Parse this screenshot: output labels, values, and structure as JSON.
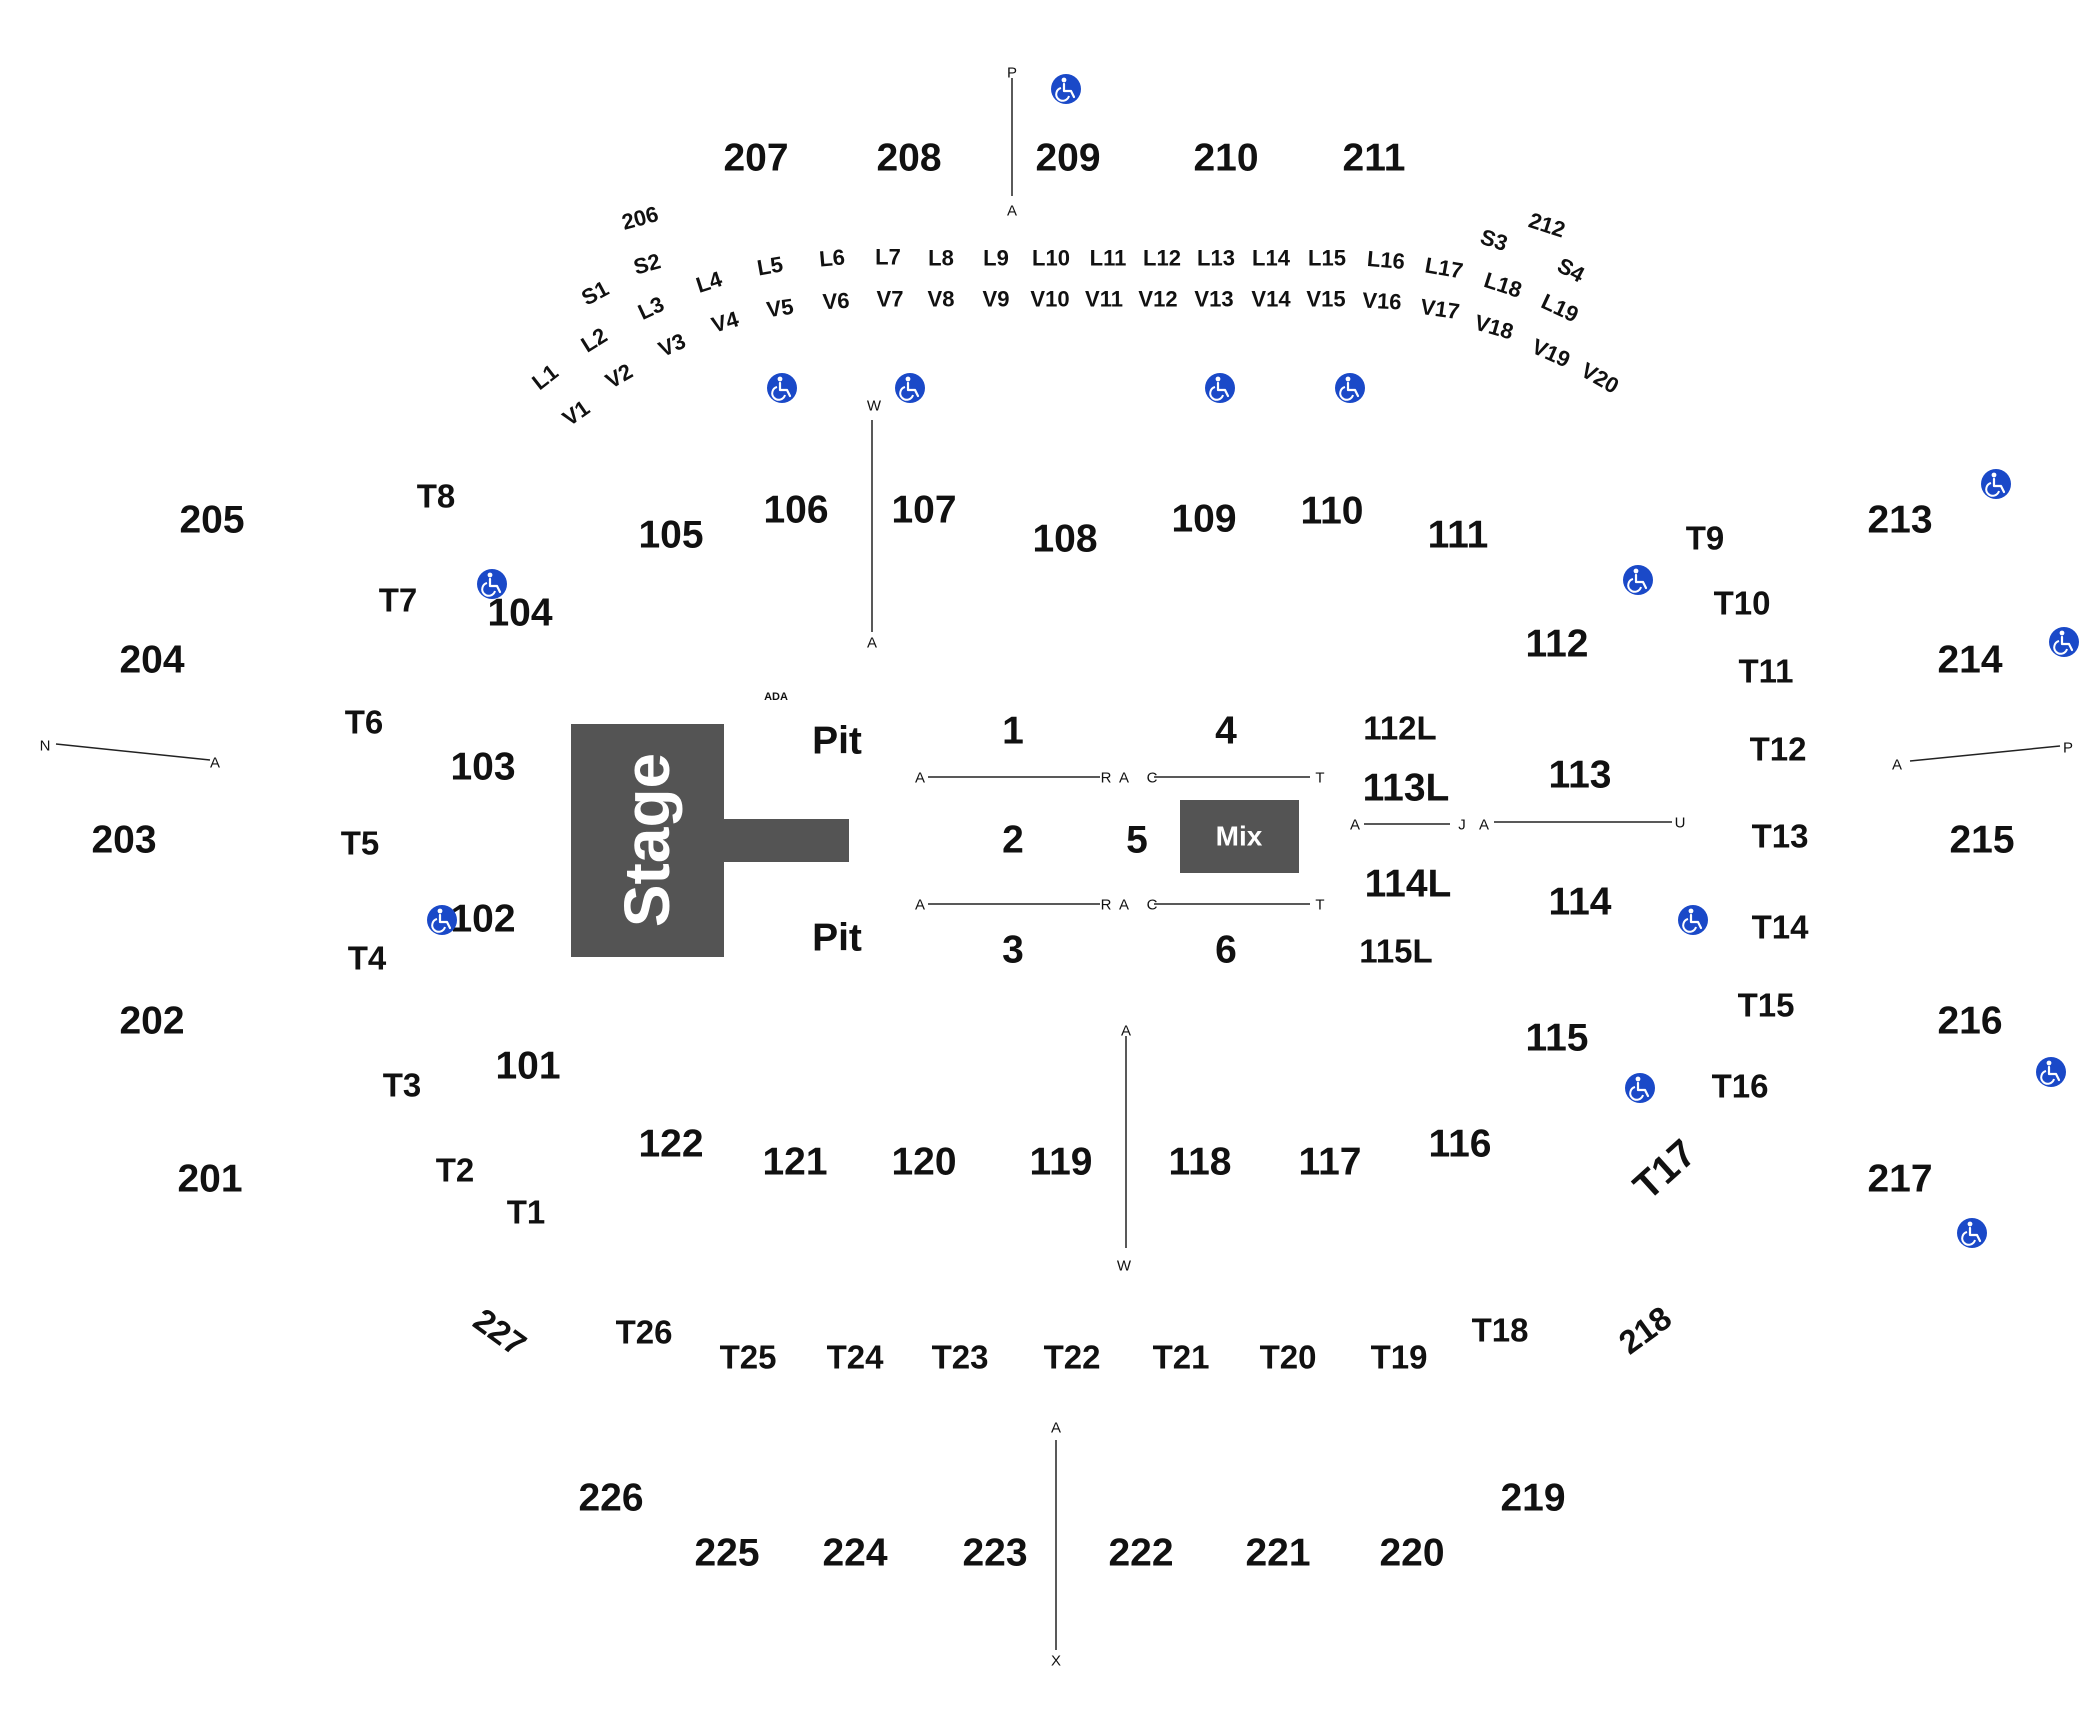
{
  "colors": {
    "stage": "#545454",
    "accessible": "#1a49c8",
    "text": "#111111",
    "background": "#ffffff"
  },
  "stage_label": "Stage",
  "mix_label": "Mix",
  "ada_label": "ADA",
  "accessible_icon": "wheelchair-icon",
  "sections": [
    {
      "label": "207",
      "size": "big"
    },
    {
      "label": "208",
      "size": "big"
    },
    {
      "label": "209",
      "size": "big"
    },
    {
      "label": "210",
      "size": "big"
    },
    {
      "label": "211",
      "size": "big"
    },
    {
      "label": "205",
      "size": "big"
    },
    {
      "label": "204",
      "size": "big"
    },
    {
      "label": "203",
      "size": "big"
    },
    {
      "label": "202",
      "size": "big"
    },
    {
      "label": "201",
      "size": "big"
    },
    {
      "label": "213",
      "size": "big"
    },
    {
      "label": "214",
      "size": "big"
    },
    {
      "label": "215",
      "size": "big"
    },
    {
      "label": "216",
      "size": "big"
    },
    {
      "label": "217",
      "size": "big"
    },
    {
      "label": "105",
      "size": "big"
    },
    {
      "label": "106",
      "size": "big"
    },
    {
      "label": "107",
      "size": "big"
    },
    {
      "label": "108",
      "size": "big"
    },
    {
      "label": "109",
      "size": "big"
    },
    {
      "label": "110",
      "size": "big"
    },
    {
      "label": "111",
      "size": "big"
    },
    {
      "label": "104",
      "size": "big"
    },
    {
      "label": "112",
      "size": "big"
    },
    {
      "label": "103",
      "size": "big"
    },
    {
      "label": "102",
      "size": "big"
    },
    {
      "label": "101",
      "size": "big"
    },
    {
      "label": "113",
      "size": "big"
    },
    {
      "label": "114",
      "size": "big"
    },
    {
      "label": "115",
      "size": "big"
    },
    {
      "label": "116",
      "size": "big"
    },
    {
      "label": "117",
      "size": "big"
    },
    {
      "label": "118",
      "size": "big"
    },
    {
      "label": "119",
      "size": "big"
    },
    {
      "label": "120",
      "size": "big"
    },
    {
      "label": "121",
      "size": "big"
    },
    {
      "label": "122",
      "size": "big"
    },
    {
      "label": "1",
      "size": "big"
    },
    {
      "label": "2",
      "size": "big"
    },
    {
      "label": "3",
      "size": "big"
    },
    {
      "label": "4",
      "size": "big"
    },
    {
      "label": "5",
      "size": "big"
    },
    {
      "label": "6",
      "size": "big"
    },
    {
      "label": "Pit",
      "size": "big"
    },
    {
      "label": "Pit",
      "size": "big"
    },
    {
      "label": "112L",
      "size": "med"
    },
    {
      "label": "113L",
      "size": "big"
    },
    {
      "label": "114L",
      "size": "big"
    },
    {
      "label": "115L",
      "size": "med"
    },
    {
      "label": "T1",
      "size": "med"
    },
    {
      "label": "T2",
      "size": "med"
    },
    {
      "label": "T3",
      "size": "med"
    },
    {
      "label": "T4",
      "size": "med"
    },
    {
      "label": "T5",
      "size": "med"
    },
    {
      "label": "T6",
      "size": "med"
    },
    {
      "label": "T7",
      "size": "med"
    },
    {
      "label": "T8",
      "size": "med"
    },
    {
      "label": "T9",
      "size": "med"
    },
    {
      "label": "T10",
      "size": "med"
    },
    {
      "label": "T11",
      "size": "med"
    },
    {
      "label": "T12",
      "size": "med"
    },
    {
      "label": "T13",
      "size": "med"
    },
    {
      "label": "T14",
      "size": "med"
    },
    {
      "label": "T15",
      "size": "med"
    },
    {
      "label": "T16",
      "size": "med"
    },
    {
      "label": "T17",
      "size": "big"
    },
    {
      "label": "T18",
      "size": "med"
    },
    {
      "label": "T19",
      "size": "med"
    },
    {
      "label": "T20",
      "size": "med"
    },
    {
      "label": "T21",
      "size": "med"
    },
    {
      "label": "T22",
      "size": "med"
    },
    {
      "label": "T23",
      "size": "med"
    },
    {
      "label": "T24",
      "size": "med"
    },
    {
      "label": "T25",
      "size": "med"
    },
    {
      "label": "T26",
      "size": "med"
    },
    {
      "label": "227",
      "size": "med"
    },
    {
      "label": "218",
      "size": "med"
    },
    {
      "label": "226",
      "size": "big"
    },
    {
      "label": "225",
      "size": "big"
    },
    {
      "label": "224",
      "size": "big"
    },
    {
      "label": "223",
      "size": "big"
    },
    {
      "label": "222",
      "size": "big"
    },
    {
      "label": "221",
      "size": "big"
    },
    {
      "label": "220",
      "size": "big"
    },
    {
      "label": "219",
      "size": "big"
    },
    {
      "label": "206",
      "size": "sm"
    },
    {
      "label": "212",
      "size": "sm"
    },
    {
      "label": "S1",
      "size": "sm"
    },
    {
      "label": "S2",
      "size": "sm"
    },
    {
      "label": "S3",
      "size": "sm"
    },
    {
      "label": "S4",
      "size": "sm"
    },
    {
      "label": "L1",
      "size": "sm"
    },
    {
      "label": "L2",
      "size": "sm"
    },
    {
      "label": "L3",
      "size": "sm"
    },
    {
      "label": "L4",
      "size": "sm"
    },
    {
      "label": "L5",
      "size": "sm"
    },
    {
      "label": "L6",
      "size": "sm"
    },
    {
      "label": "L7",
      "size": "sm"
    },
    {
      "label": "L8",
      "size": "sm"
    },
    {
      "label": "L9",
      "size": "sm"
    },
    {
      "label": "L10",
      "size": "sm"
    },
    {
      "label": "L11",
      "size": "sm"
    },
    {
      "label": "L12",
      "size": "sm"
    },
    {
      "label": "L13",
      "size": "sm"
    },
    {
      "label": "L14",
      "size": "sm"
    },
    {
      "label": "L15",
      "size": "sm"
    },
    {
      "label": "L16",
      "size": "sm"
    },
    {
      "label": "L17",
      "size": "sm"
    },
    {
      "label": "L18",
      "size": "sm"
    },
    {
      "label": "L19",
      "size": "sm"
    },
    {
      "label": "V1",
      "size": "sm"
    },
    {
      "label": "V2",
      "size": "sm"
    },
    {
      "label": "V3",
      "size": "sm"
    },
    {
      "label": "V4",
      "size": "sm"
    },
    {
      "label": "V5",
      "size": "sm"
    },
    {
      "label": "V6",
      "size": "sm"
    },
    {
      "label": "V7",
      "size": "sm"
    },
    {
      "label": "V8",
      "size": "sm"
    },
    {
      "label": "V9",
      "size": "sm"
    },
    {
      "label": "V10",
      "size": "sm"
    },
    {
      "label": "V11",
      "size": "sm"
    },
    {
      "label": "V12",
      "size": "sm"
    },
    {
      "label": "V13",
      "size": "sm"
    },
    {
      "label": "V14",
      "size": "sm"
    },
    {
      "label": "V15",
      "size": "sm"
    },
    {
      "label": "V16",
      "size": "sm"
    },
    {
      "label": "V17",
      "size": "sm"
    },
    {
      "label": "V18",
      "size": "sm"
    },
    {
      "label": "V19",
      "size": "sm"
    },
    {
      "label": "V20",
      "size": "sm"
    }
  ],
  "aisle_letters": [
    "P",
    "A",
    "W",
    "A",
    "N",
    "A",
    "A",
    "P",
    "A",
    "R",
    "A",
    "C",
    "T",
    "A",
    "R",
    "A",
    "C",
    "T",
    "A",
    "J",
    "A",
    "U",
    "A",
    "W",
    "A",
    "X"
  ]
}
